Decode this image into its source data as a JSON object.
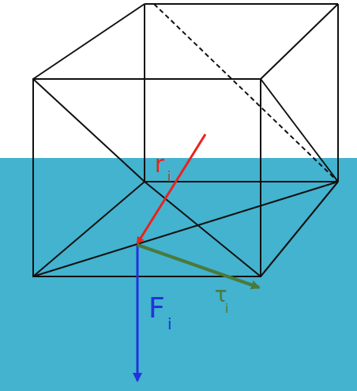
{
  "diagram": {
    "labels": [
      "r",
      "i",
      "F",
      "i",
      "τ",
      "i"
    ]
  }
}
